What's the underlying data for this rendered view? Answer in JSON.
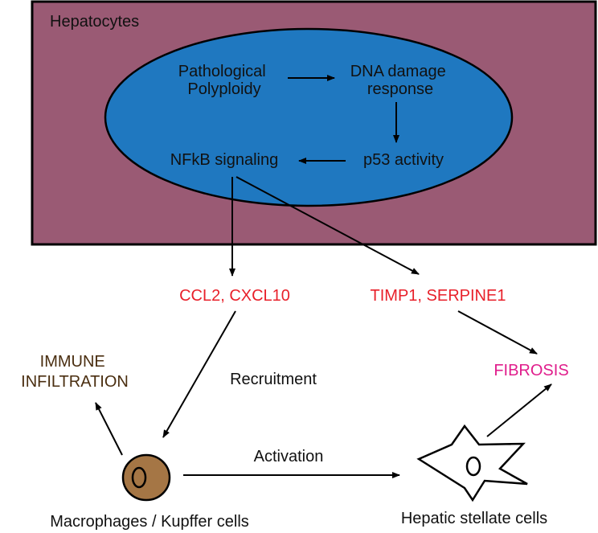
{
  "colors": {
    "hepatocyte_fill": "#9a5a74",
    "nucleus_fill": "#1f78c0",
    "macrophage_fill": "#a57645",
    "gene_label": "#e8202a",
    "fibrosis_label": "#e01e8c",
    "immune_label": "#4a2e10"
  },
  "hepatocytes": {
    "title": "Hepatocytes"
  },
  "nucleus": {
    "pathological_polyploidy": [
      "Pathological",
      "Polyploidy"
    ],
    "dna_damage_response": [
      "DNA damage",
      "response"
    ],
    "p53_activity": "p53 activity",
    "nfkb_signaling": "NFkB signaling"
  },
  "outputs": {
    "chemokines": "CCL2, CXCL10",
    "fibrotic_genes": "TIMP1, SERPINE1",
    "fibrosis": "FIBROSIS",
    "immune_infiltration": [
      "IMMUNE",
      "INFILTRATION"
    ],
    "recruitment": "Recruitment",
    "activation": "Activation"
  },
  "cells": {
    "macrophages": "Macrophages / Kupffer cells",
    "stellate": "Hepatic stellate cells"
  }
}
